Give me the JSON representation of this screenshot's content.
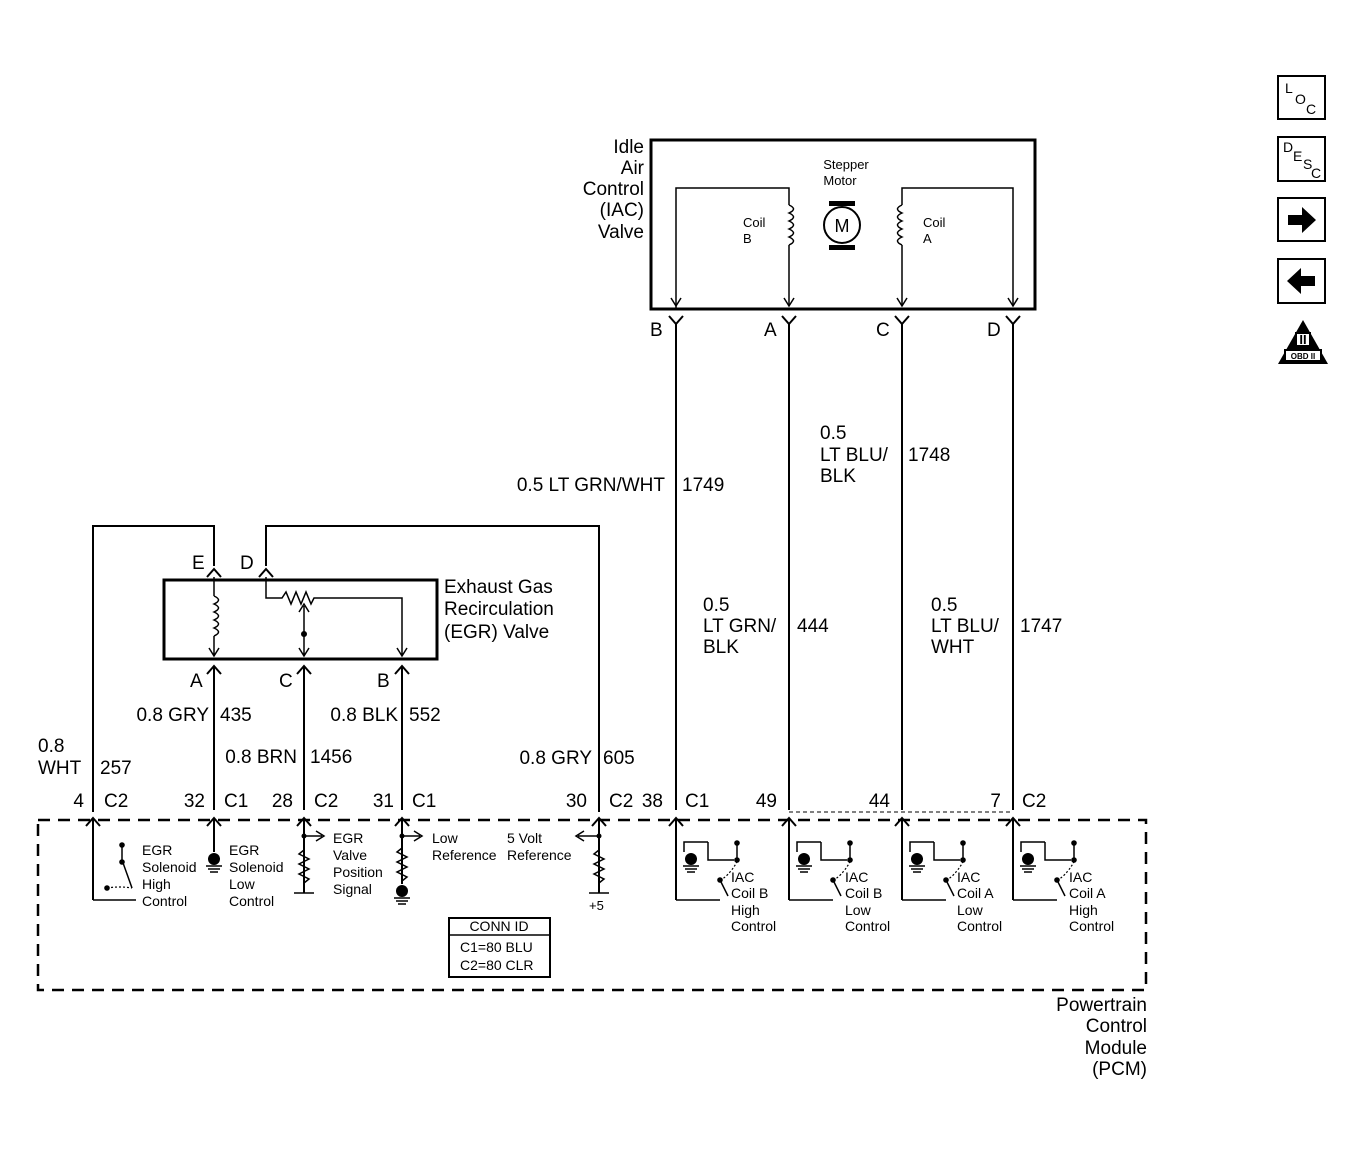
{
  "iac": {
    "title_lines": [
      "Idle",
      "Air",
      "Control",
      "(IAC)",
      "Valve"
    ],
    "motor_lines": [
      "Stepper",
      "Motor"
    ],
    "motor_symbol": "M",
    "coil_b": [
      "Coil",
      "B"
    ],
    "coil_a": [
      "Coil",
      "A"
    ],
    "pins": [
      "B",
      "A",
      "C",
      "D"
    ]
  },
  "egr": {
    "title_lines": [
      "Exhaust Gas",
      "Recirculation",
      "(EGR) Valve"
    ],
    "top_pins": [
      "E",
      "D"
    ],
    "bottom_pins": [
      "A",
      "C",
      "B"
    ]
  },
  "wires": {
    "w1749": {
      "label": "0.5 LT GRN/WHT",
      "circuit": "1749"
    },
    "w1748": {
      "lines": [
        "0.5",
        "LT BLU/",
        "BLK"
      ],
      "circuit": "1748"
    },
    "w444": {
      "lines": [
        "0.5",
        "LT GRN/",
        "BLK"
      ],
      "circuit": "444"
    },
    "w1747": {
      "lines": [
        "0.5",
        "LT BLU/",
        "WHT"
      ],
      "circuit": "1747"
    },
    "w435": {
      "label": "0.8 GRY",
      "circuit": "435"
    },
    "w1456": {
      "label": "0.8 BRN",
      "circuit": "1456"
    },
    "w552": {
      "label": "0.8 BLK",
      "circuit": "552"
    },
    "w257": {
      "lines": [
        "0.8",
        "WHT"
      ],
      "circuit": "257"
    },
    "w605": {
      "label": "0.8 GRY",
      "circuit": "605"
    }
  },
  "pcm_pins": [
    {
      "num": "4",
      "conn": "C2"
    },
    {
      "num": "32",
      "conn": "C1"
    },
    {
      "num": "28",
      "conn": "C2"
    },
    {
      "num": "31",
      "conn": "C1"
    },
    {
      "num": "30",
      "conn": "C2"
    },
    {
      "num": "38",
      "conn": "C1"
    },
    {
      "num": "49",
      "conn": ""
    },
    {
      "num": "44",
      "conn": ""
    },
    {
      "num": "7",
      "conn": "C2"
    }
  ],
  "pcm_functions": {
    "egr_high": [
      "EGR",
      "Solenoid",
      "High",
      "Control"
    ],
    "egr_low": [
      "EGR",
      "Solenoid",
      "Low",
      "Control"
    ],
    "egr_pos": [
      "EGR",
      "Valve",
      "Position",
      "Signal"
    ],
    "low_ref": [
      "Low",
      "Reference"
    ],
    "five_volt": [
      "5 Volt",
      "Reference"
    ],
    "plus5": "+5",
    "iac_b_high": [
      "IAC",
      "Coil B",
      "High",
      "Control"
    ],
    "iac_b_low": [
      "IAC",
      "Coil B",
      "Low",
      "Control"
    ],
    "iac_a_low": [
      "IAC",
      "Coil A",
      "Low",
      "Control"
    ],
    "iac_a_high": [
      "IAC",
      "Coil A",
      "High",
      "Control"
    ]
  },
  "conn_id": {
    "title": "CONN ID",
    "lines": [
      "C1=80 BLU",
      "C2=80 CLR"
    ]
  },
  "pcm_title_lines": [
    "Powertrain",
    "Control",
    "Module",
    "(PCM)"
  ],
  "nav": {
    "loc": [
      "L",
      "O",
      "C"
    ],
    "desc": [
      "D",
      "E",
      "S",
      "C"
    ],
    "next_icon": "arrow-right",
    "prev_icon": "arrow-left",
    "obd_mark": "II",
    "obd_label": "OBD II"
  }
}
